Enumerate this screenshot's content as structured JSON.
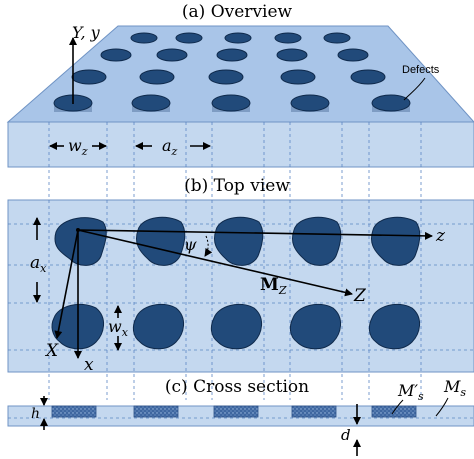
{
  "titles": {
    "overview": "(a) Overview",
    "top_view": "(b) Top view",
    "cross_section": "(c) Cross section"
  },
  "overview_labels": {
    "axis": "Y, y",
    "defects": "Defects",
    "wz": "w",
    "wz_sub": "z",
    "az": "a",
    "az_sub": "z"
  },
  "top_view_labels": {
    "ax": "a",
    "ax_sub": "x",
    "wx": "w",
    "wx_sub": "x",
    "psi": "ψ",
    "z": "z",
    "Z": "Z",
    "MZ": "M",
    "MZ_sub": "Z",
    "X": "X",
    "x": "x"
  },
  "cross_section_labels": {
    "h": "h",
    "d": "d",
    "Ms_prime": "M′",
    "Ms_prime_sub": "s",
    "Ms": "M",
    "Ms_sub": "s"
  },
  "colors": {
    "panel_fill": "#c4d8ef",
    "panel_top": "#a9c5e8",
    "defect_fill": "#214a7a",
    "grid": "#5b86c4"
  }
}
